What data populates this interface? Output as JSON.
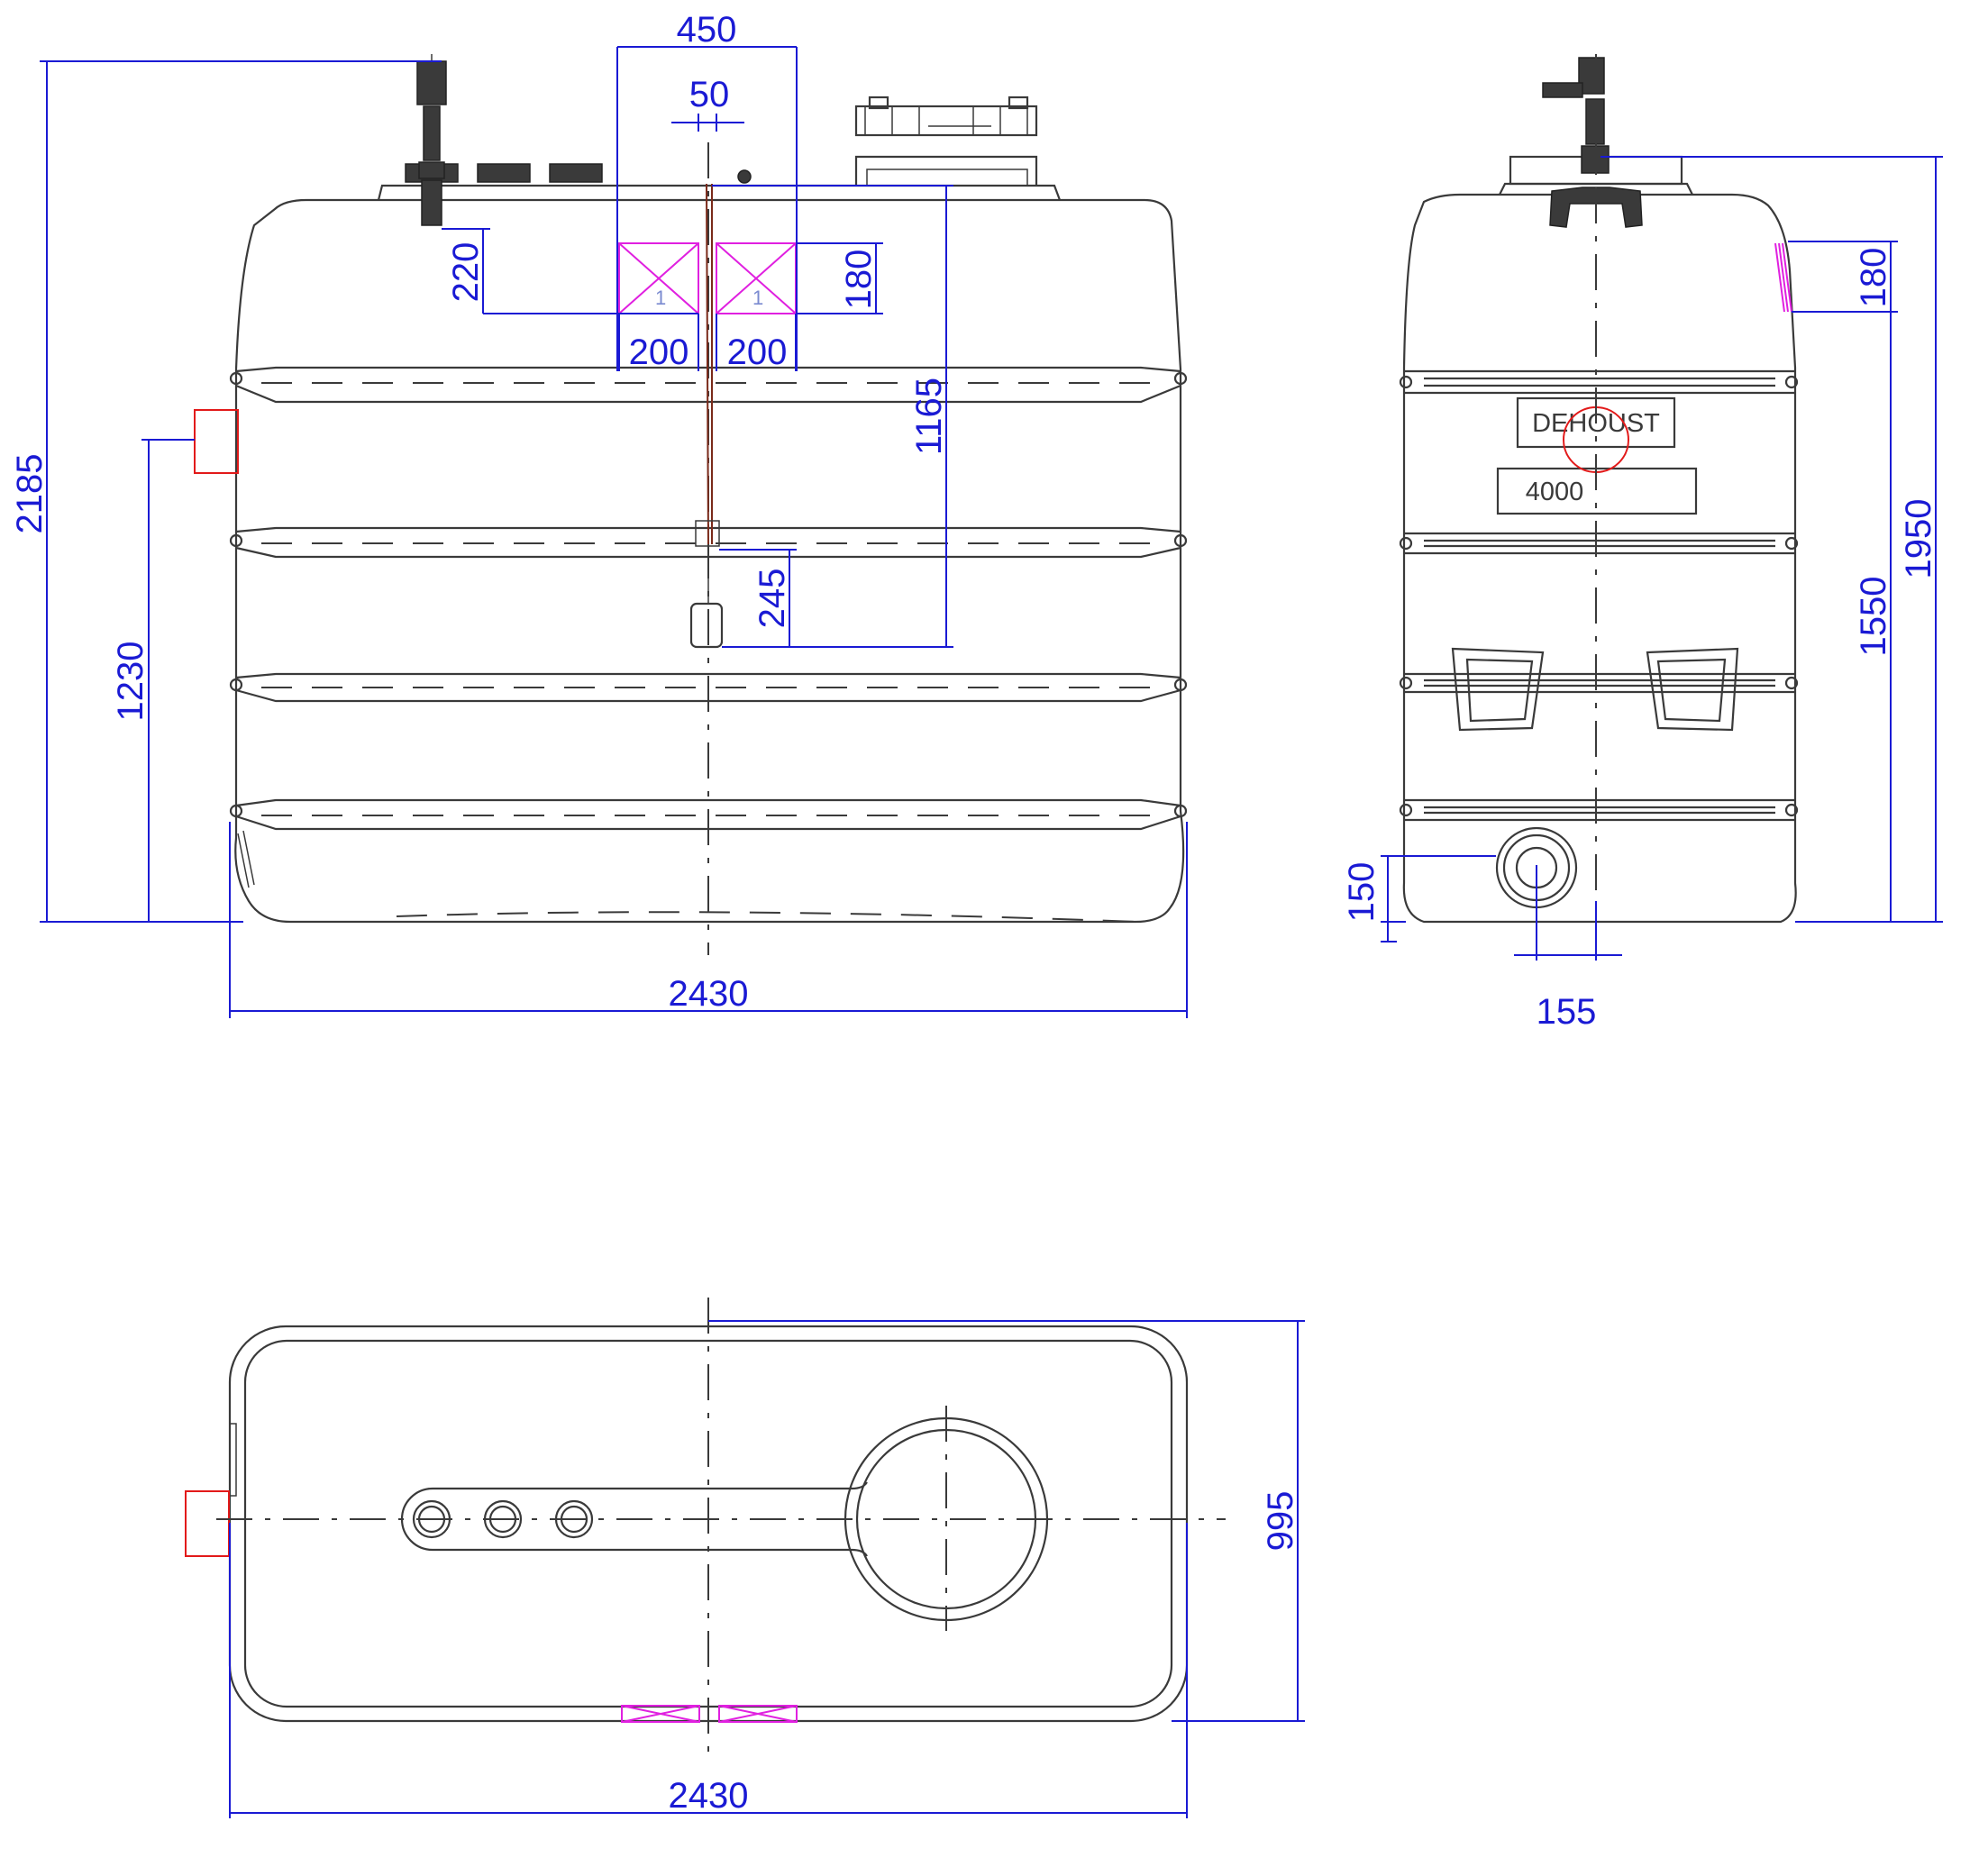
{
  "front_view": {
    "dimensions": {
      "overall_height": "2185",
      "inlet_height": "1230",
      "overall_width": "2430",
      "spacing_total": "450",
      "spacing_center": "50",
      "offset_220": "220",
      "offset_180": "180",
      "spacing_left": "200",
      "spacing_right": "200",
      "float_depth": "1165",
      "float_length": "245"
    },
    "box_numbers": [
      "1",
      "1"
    ]
  },
  "side_view": {
    "brand": "DEHOUST",
    "capacity": "4000",
    "dimensions": {
      "top_height": "1950",
      "mid_height": "1550",
      "vent_height": "180",
      "outlet_height": "150",
      "outlet_offset": "155"
    }
  },
  "top_view": {
    "dimensions": {
      "depth": "995",
      "width": "2430"
    }
  },
  "colors": {
    "dimension": "#1a1ad4",
    "outline": "#3a3a3a",
    "highlight_red": "#e21a1a",
    "highlight_magenta": "#e020e0"
  }
}
